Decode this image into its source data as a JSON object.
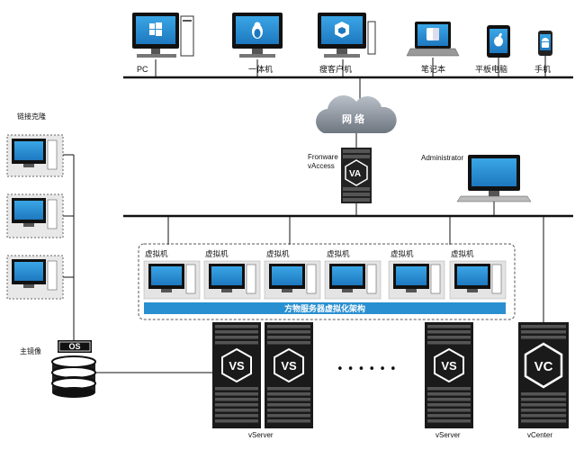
{
  "clients": [
    {
      "id": "pc",
      "label": "PC",
      "icon": "windows-icon"
    },
    {
      "id": "aio",
      "label": "一体机",
      "icon": "linux-icon"
    },
    {
      "id": "thin",
      "label": "瘦客户机",
      "icon": "box-icon"
    },
    {
      "id": "laptop",
      "label": "笔记本",
      "icon": "mac-icon"
    },
    {
      "id": "tablet",
      "label": "平板电脑",
      "icon": "apple-icon"
    },
    {
      "id": "phone",
      "label": "手机",
      "icon": "android-icon"
    }
  ],
  "network": {
    "label": "网 络"
  },
  "vaccess": {
    "line1": "Fronware",
    "line2": "vAccess",
    "logo": "VA"
  },
  "admin": {
    "label": "Administrator"
  },
  "link_clone": {
    "label": "链接克隆"
  },
  "master_image": {
    "label": "主镜像",
    "os": "OS"
  },
  "vms": {
    "items": [
      "虚拟机",
      "虚拟机",
      "虚拟机",
      "虚拟机",
      "虚拟机",
      "虚拟机"
    ],
    "bar_label": "方物服务器虚拟化架构"
  },
  "servers": {
    "vserver_label": "vServer",
    "vcenter_label": "vCenter",
    "vs_logo": "VS",
    "vc_logo": "VC",
    "dots": "• • • • • •"
  },
  "colors": {
    "accent": "#2a8fd0",
    "rack": "#222222",
    "screen": "#2a8fd0",
    "line": "#1a1a1a"
  }
}
